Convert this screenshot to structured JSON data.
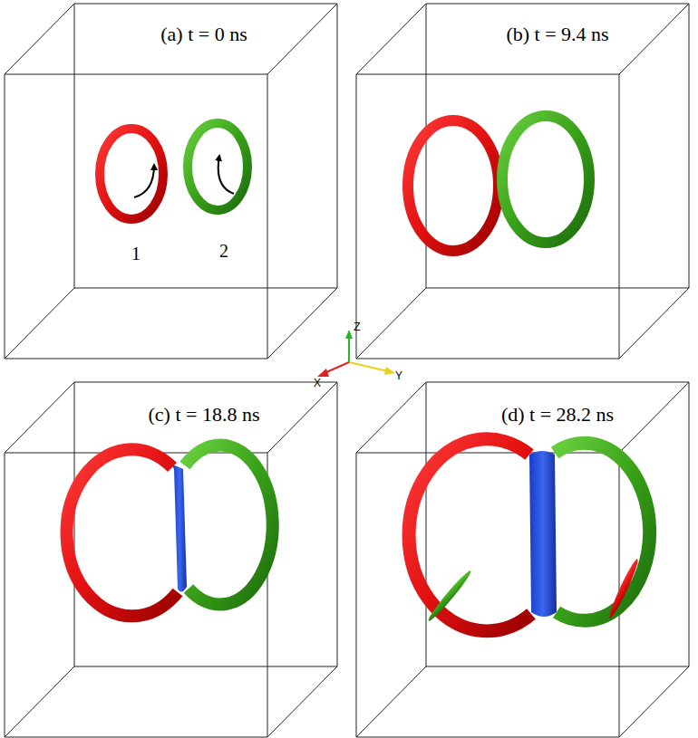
{
  "diagram": {
    "labels": [
      "(a) t = 0 ns",
      "(b) t = 9.4 ns",
      "(c) t = 18.8 ns",
      "(d) t = 28.2 ns",
      "1",
      "2",
      "Z",
      "X",
      "Y"
    ]
  }
}
